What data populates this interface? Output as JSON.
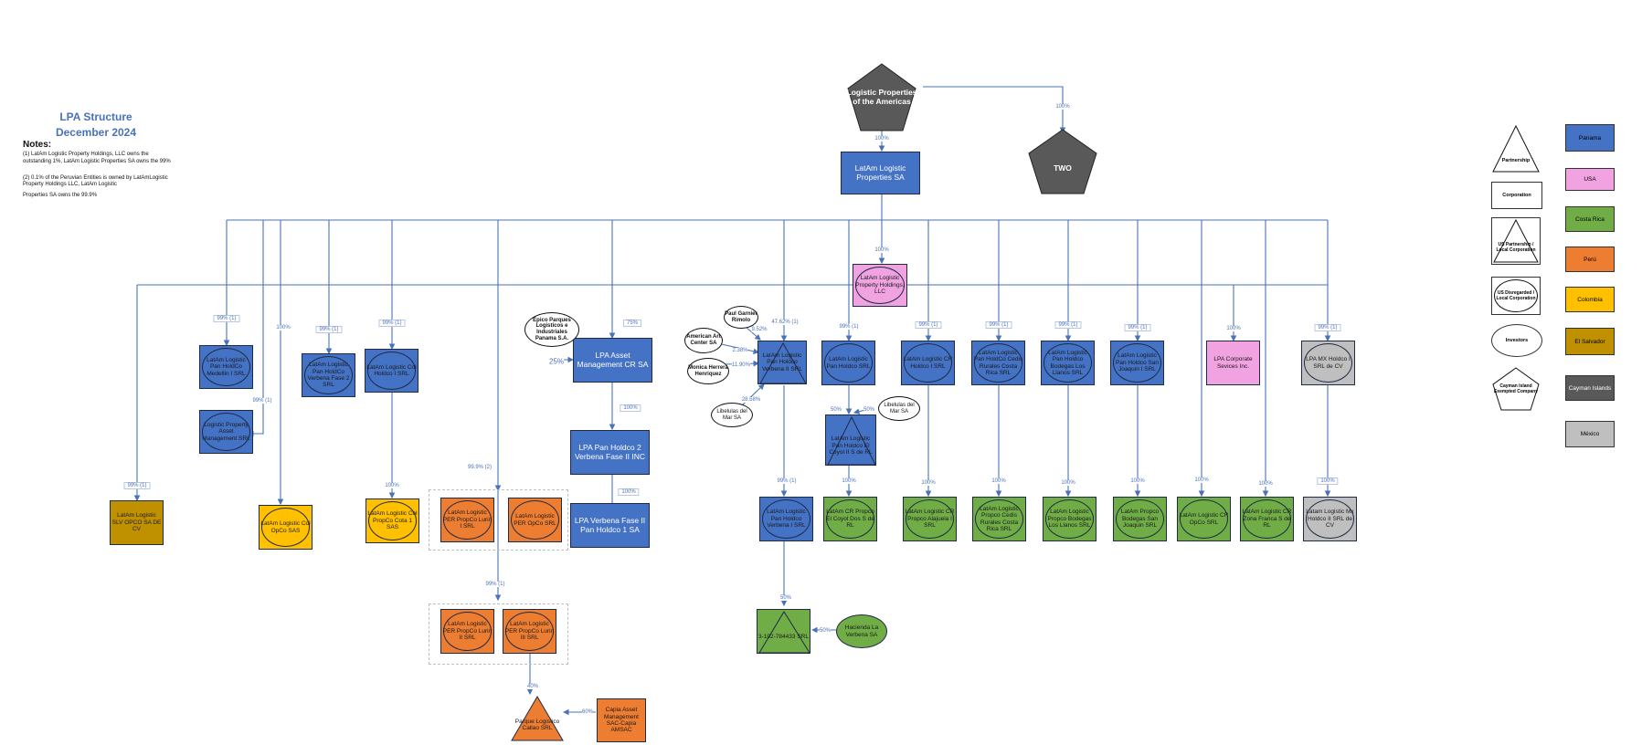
{
  "title": {
    "line1": "LPA Structure",
    "line2": "December 2024"
  },
  "notes": {
    "heading": "Notes:",
    "note1": "(1) LatAm Logistic Property Holdings, LLC owns the outstanding 1%, LatAm Logistic Properties SA owns the 99%",
    "note2a": "(2) 0.1% of the Peruvian Entities is owned by LatAmLogistic Property Holdings LLC, LatAm Logistic",
    "note2b": "Properties SA owns the 99.9%"
  },
  "colors": {
    "panama": "#4472c4",
    "usa": "#f0a3e0",
    "costa_rica": "#70ad47",
    "peru": "#ed7d31",
    "colombia": "#ffc000",
    "el_salvador": "#bf9000",
    "cayman": "#595959",
    "mexico": "#bfbfbf",
    "connector": "#4a72b8"
  },
  "top": {
    "lpa_americas": "Logistic Properties of the Americas",
    "two": "TWO",
    "latam_sa": "LatAm Logistic Properties SA",
    "holdings_llc": "LatAm Logistic Property Holdings, LLC"
  },
  "entities": {
    "medellin": "LatAm Logistic Pan HoldCo Medellin I SRL",
    "asset_mgmt_srl": "Logistic Property Asset Management SRL",
    "verbena_fase2": "LatAm Logistic Pan HoldCo Verbena Fase 2 SRL",
    "col_holdco": "LatAm Logistic Col Holdco I SRL",
    "lpa_asset_cr": "LPA Asset Management CR SA",
    "pan_holdco2": "LPA Pan Holdco 2 Verbena Fase II INC",
    "verbena_fase2_holdco": "LPA Verbena Fase II Pan Holdco 1 SA",
    "verbena2_srl": "LatAm Logistic Pan Holdco Verbena II SRL",
    "pan_holdco_srl": "LatAm Logistic Pan Holdco SRL",
    "cr_holdco": "LatAm Logistic CR Holdco I SRL",
    "cedis_rurales": "LatAm Logistic Pan HoldCo Cedis Rurales Costa Rica SRL",
    "bodegas_llanos": "LatAm Logistic Pan Holdco Bodegas Los Llanos SRL",
    "san_joaquin": "LatAm Logistic Pan Holdco San Joaquin I SRL",
    "corporate_services": "LPA Corporate Sevices Inc.",
    "mx_holdco": "LPA MX Holdco I SRL de CV",
    "coyol": "LatAm Logistic Pan Holdco El Coyol II S de RL",
    "slv_opco": "LatAm Logistic SLV OPCO SA DE CV",
    "col_opco": "LatAm Logistic Col OpCo SAS",
    "col_propco": "LatAm Logistic Col PropCo Cota 1 SAS",
    "per_propco_lurin1": "LatAm Logistic PER PropCo Lurin I SRL",
    "per_opco": "LatAm Logistic PER OpCo SRL",
    "verbena_i": "LatAm Logistic Pan Holdco Verbena I SRL",
    "cr_propco_coyol": "LatAm CR Propco El Coyol Dos S de RL",
    "alajuela": "LatAm Logistic CR Propco Alajuela I SRL",
    "cedis_propco": "LatAm Logistic Propco Cedis Rurales Costa Rica SRL",
    "llanos_propco": "LatAm Logistic Propco Bodegas Los Llanos SRL",
    "san_joaquin_propco": "LatAm Propco Bodegas San Joaquin SRL",
    "cr_opco": "LatAm Logistic CR OpCo SRL",
    "zona_franca": "LatAm Logistic CR Zona Franca S de RL",
    "mx_holdco2": "Latam Logistic Mx Holdco II SRL de CV",
    "lurin2": "LatAm Logistic PER PropCo Lurin II SRL",
    "lurin3": "LatAm Logistic PER PropCo Lurin III SRL",
    "parque_callao": "Parque Logistico Callao SRL",
    "capia": "Capia Asset Management SAC-Capia AMSAC",
    "ltd_784433": "3-102-784433 SRL",
    "hacienda": "Hacienda La Verbena SA"
  },
  "investors": {
    "epico": "Epico Parques Logisticos e Industriales Panama S.A.",
    "paul": "Paul Garnier Rimolo",
    "american_art": "American Art Center SA",
    "monica": "Monica Herrera Henriquez",
    "libelulas1": "Libelulas del Mar SA",
    "libelulas2": "Libelulas del Mar SA"
  },
  "percentages": {
    "p_lpa_sa": "100%",
    "p_two": "100%",
    "p_holdings": "100%",
    "p_medellin": "99% (1)",
    "p_asset_srl": "99% (1)",
    "p_asset_srl_100": "100%",
    "p_verbena_f2": "99% (1)",
    "p_col_holdco": "99% (1)",
    "p_lpa_asset_cr": "75%",
    "p_epico": "25%",
    "p_pan_holdco2": "100%",
    "p_verbena_holdco": "100%",
    "p_verbena2": "47.62% (1)",
    "p_paul": "9.52%",
    "p_aac": "2.38%",
    "p_monica": "11.90%",
    "p_lib1": "28.58%",
    "p_pan_holdco_srl": "99% (1)",
    "p_coyol_50": "50%",
    "p_lib2": "50%",
    "p_cr_holdco": "99% (1)",
    "p_cedis": "99% (1)",
    "p_llanos": "99% (1)",
    "p_sanj": "99% (1)",
    "p_corp": "100%",
    "p_mx": "99% (1)",
    "p_slv": "99% (1)",
    "p_col_propco": "100%",
    "p_peru": "99.9% (2)",
    "p_verbena_i": "99% (1)",
    "p_cr_propco": "100%",
    "p_alajuela": "100%",
    "p_cedis_propco": "100%",
    "p_llanos_propco": "100%",
    "p_sanj_propco": "100%",
    "p_cr_opco": "100%",
    "p_zona": "100%",
    "p_mx2": "100%",
    "p_lurin2": "99% (1)",
    "p_parque": "40%",
    "p_capia": "60%",
    "p_784433": "50%",
    "p_hacienda": "50%"
  },
  "legend": {
    "partnership": "Partnership",
    "corporation": "Corporation",
    "us_partnership": "US Partnership / Local Corporation",
    "us_disregarded": "US Disregarded / Local Corporation",
    "investors": "Investors",
    "cayman_exempted": "Cayman Island Exempted Company",
    "panama": "Panama",
    "usa": "USA",
    "costa_rica": "Costa Rica",
    "peru": "Perú",
    "colombia": "Colombia",
    "el_salvador": "El Salvador",
    "cayman": "Cayman Islands",
    "mexico": "México"
  }
}
